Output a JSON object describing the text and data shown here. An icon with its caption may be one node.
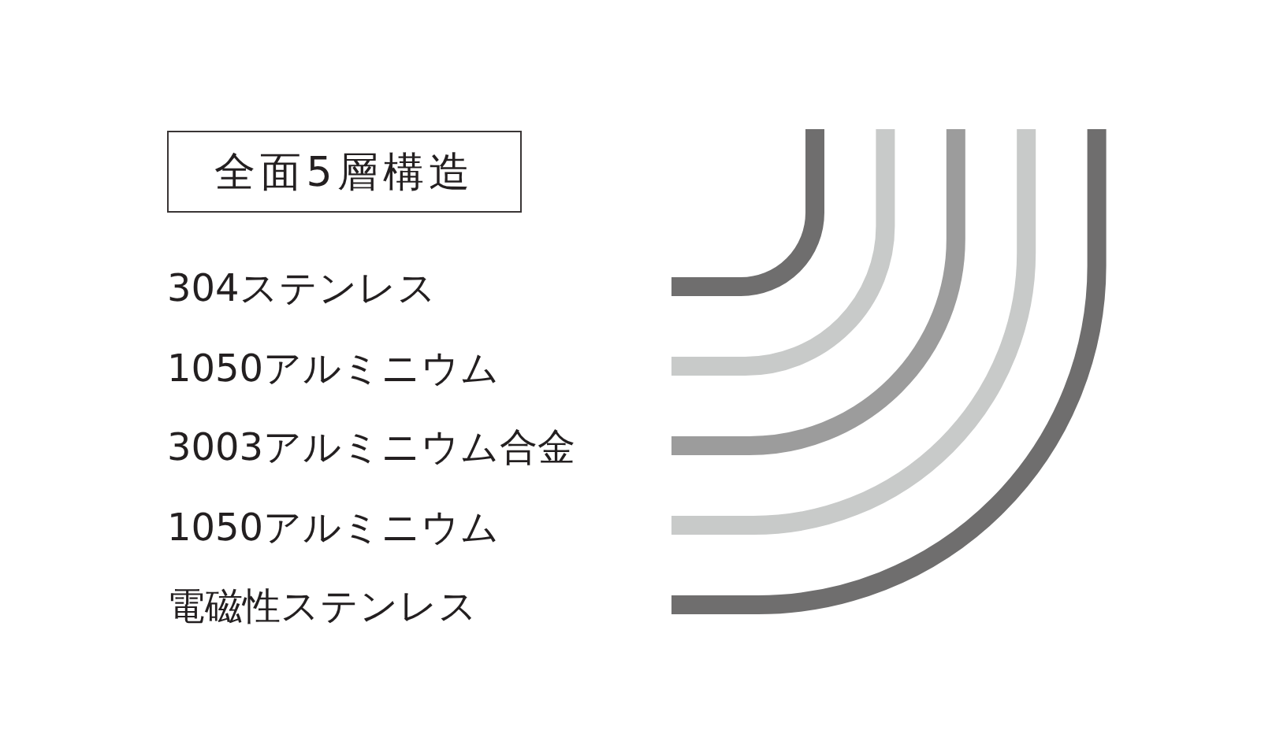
{
  "diagram": {
    "title": "全面5層構造",
    "labels": [
      "304ステンレス",
      "1050アルミニウム",
      "3003アルミニウム合金",
      "1050アルミニウム",
      "電磁性ステンレス"
    ]
  }
}
